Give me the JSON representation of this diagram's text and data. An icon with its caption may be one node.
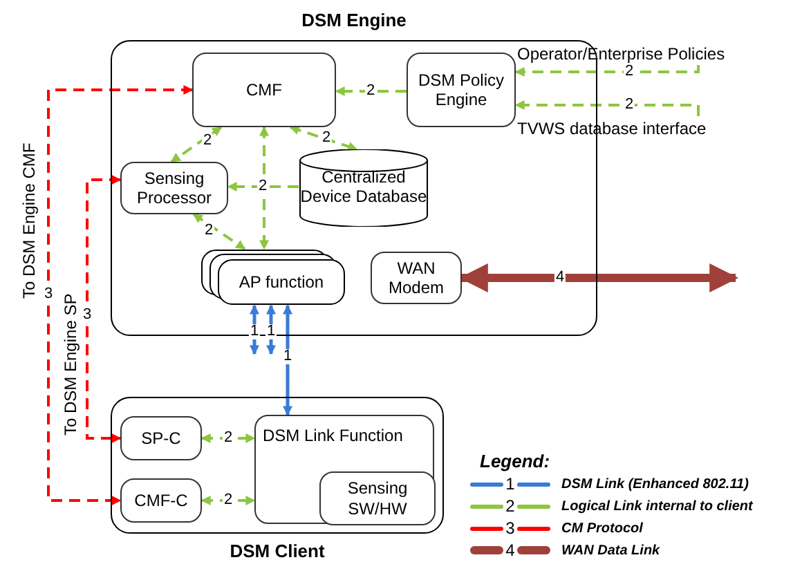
{
  "diagram": {
    "nodes": [
      {
        "text": [
          "DSM Engine"
        ]
      },
      {
        "text": [
          "CMF"
        ],
        "in": 0
      },
      {
        "text": [
          "DSM Policy Engine"
        ],
        "in": 0
      },
      {
        "text": [
          "Sensing Processor"
        ],
        "in": 0
      },
      {
        "text": [
          "Centralized Device Database"
        ],
        "in": 0
      },
      {
        "text": [
          "AP function"
        ],
        "in": 0
      },
      {
        "text": [
          "WAN Modem"
        ],
        "in": 0
      },
      {
        "text": [
          "DSM Client"
        ]
      },
      {
        "text": [
          "SP-C"
        ],
        "in": 7
      },
      {
        "text": [
          "CMF-C"
        ],
        "in": 7
      },
      {
        "text": [
          "DSM Link Function"
        ],
        "in": 7
      },
      {
        "text": [
          "Sensing SW/HW"
        ],
        "in": 10
      },
      {
        "text": [
          "Operator/Enterprise Policies"
        ]
      },
      {
        "text": [
          "TVWS database interface"
        ]
      }
    ],
    "edges": [
      {
        "from": 12,
        "to": 2,
        "arrow": "to",
        "label": "2",
        "style": "dashed"
      },
      {
        "from": 13,
        "to": 2,
        "arrow": "to",
        "label": "2",
        "style": "dashed"
      },
      {
        "from": 2,
        "to": 1,
        "arrow": "to",
        "label": "2",
        "style": "dashed"
      },
      {
        "from": 1,
        "to": 3,
        "arrow": "both",
        "label": "2",
        "style": "dashed"
      },
      {
        "from": 1,
        "to": 4,
        "arrow": "both",
        "label": "2",
        "style": "dashed"
      },
      {
        "from": 1,
        "to": 5,
        "arrow": "both",
        "style": "dashed"
      },
      {
        "from": 4,
        "to": 3,
        "arrow": "to",
        "label": "2",
        "style": "dashed"
      },
      {
        "from": 3,
        "to": 5,
        "arrow": "both",
        "label": "2",
        "style": "dashed"
      },
      {
        "from": 6,
        "to": null,
        "arrow": "both",
        "label": "4",
        "style": "thick",
        "color": "#a0403a"
      },
      {
        "from": 5,
        "to": null,
        "arrow": "both",
        "label": "1",
        "color": "#3a7bd5"
      },
      {
        "from": 5,
        "to": null,
        "arrow": "both",
        "label": "1",
        "color": "#3a7bd5"
      },
      {
        "from": 5,
        "to": 10,
        "arrow": "both",
        "label": "1",
        "color": "#3a7bd5"
      },
      {
        "from": 1,
        "to": 9,
        "arrow": "both",
        "label": "3",
        "style": "dashed",
        "color": "#ff0000"
      },
      {
        "from": 3,
        "to": 8,
        "arrow": "both",
        "label": "3",
        "style": "dashed",
        "color": "#ff0000"
      },
      {
        "from": 8,
        "to": 10,
        "arrow": "both",
        "label": "2",
        "style": "dashed"
      },
      {
        "from": 9,
        "to": 10,
        "arrow": "both",
        "label": "2",
        "style": "dashed"
      }
    ],
    "labels": [
      "To DSM Engine CMF",
      "To DSM Engine SP",
      "Legend:",
      "1",
      "2",
      "3",
      "4"
    ],
    "legend": [
      {
        "text": "DSM Link (Enhanced 802.11)"
      },
      {
        "text": "Logical Link internal to client"
      },
      {
        "text": "CM Protocol"
      },
      {
        "text": "WAN Data Link"
      }
    ]
  }
}
